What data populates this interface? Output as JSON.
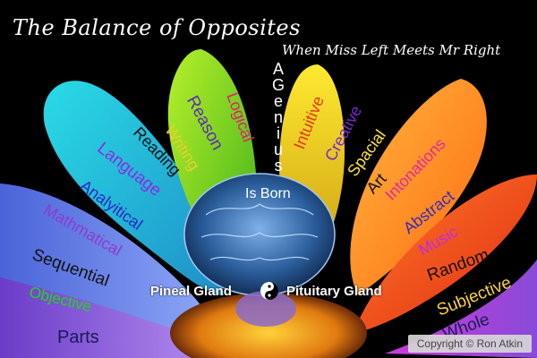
{
  "title": "The Balance of Opposites",
  "subtitle": "When Miss Left Meets Mr Right",
  "genius_letters": [
    "A",
    "G",
    "e",
    "n",
    "i",
    "u",
    "s"
  ],
  "is_born": "Is Born",
  "left_brain_words": {
    "parts": "Parts",
    "objective": "Objective",
    "sequential": "Sequential",
    "mathematical": "Mathmatical",
    "analytical": "Analyitical",
    "language": "Language",
    "reading": "Reading",
    "writing": "Writing",
    "reason": "Reason",
    "logical": "Logical"
  },
  "right_brain_words": {
    "intuitive": "Intuitive",
    "creative": "Creative",
    "spacial": "Spacial",
    "art": "Art",
    "intonations": "Intonations",
    "abstract": "Abstract",
    "music": "Music",
    "random": "Random",
    "subjective": "Subjective",
    "whole": "Whole"
  },
  "pineal_gland": "Pineal Gland",
  "pituitary_gland": "Pituitary Gland",
  "yin_yang_icon": "yin-yang-icon",
  "copyright": "Copyright © Ron  Atkin",
  "colors": {
    "background": "#000000",
    "petal_purple": "#8a55d8",
    "petal_blue": "#5b78e8",
    "petal_cyan": "#20c6d2",
    "petal_green": "#8fdc1e",
    "petal_yellow": "#e6d21c",
    "petal_orange": "#ff8a1a",
    "petal_red": "#ff4a18",
    "brain_blue": "#2b5e9c"
  }
}
